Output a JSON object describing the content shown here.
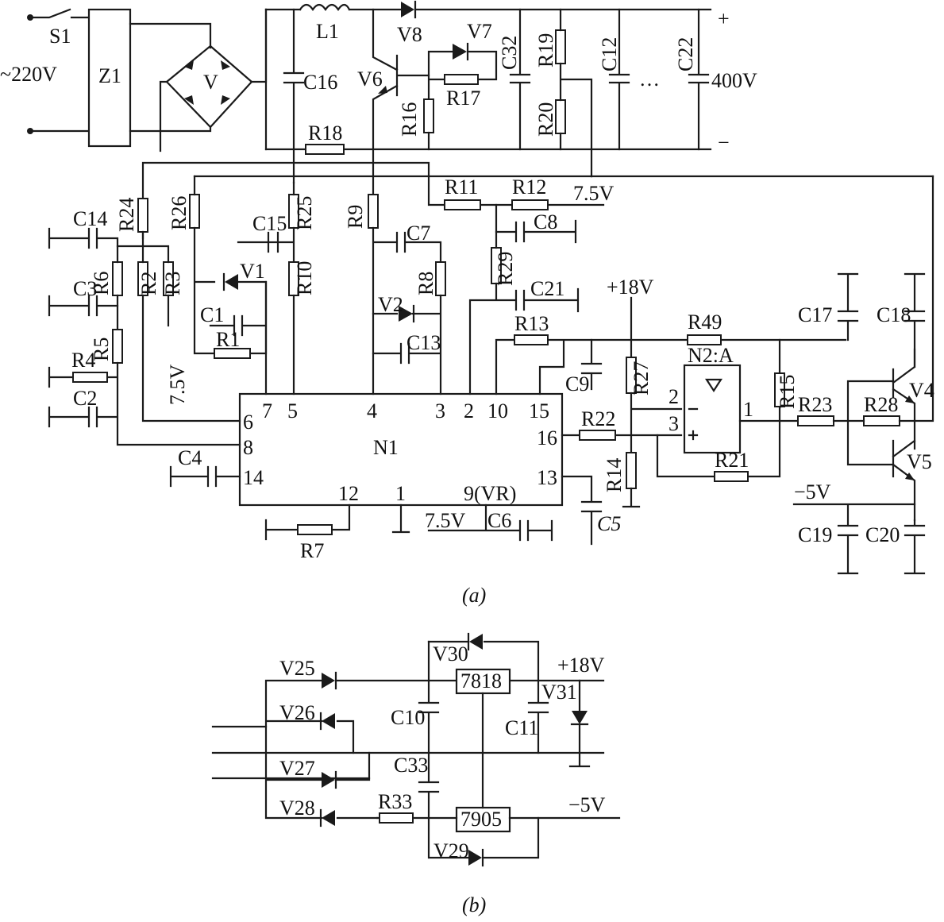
{
  "diagram_a": {
    "caption": "(a)",
    "power": {
      "switch": "S1",
      "mains": "~220V",
      "filter": "Z1",
      "bridge": "V",
      "inductor": "L1",
      "diode_v8": "V8",
      "diode_v7": "V7",
      "transistor_v6": "V6",
      "cap_c16": "C16",
      "res_r17": "R17",
      "res_r16": "R16",
      "cap_c32": "C32",
      "res_r19": "R19",
      "res_r20": "R20",
      "cap_c12": "C12",
      "dots": "…",
      "cap_c22": "C22",
      "out_voltage": "400V",
      "plus": "+",
      "minus": "−",
      "res_r18": "R18"
    },
    "control": {
      "chip": "N1",
      "res_r11": "R11",
      "res_r12": "R12",
      "ref_75_top": "7.5V",
      "cap_c8": "C8",
      "res_r29": "R29",
      "cap_c21": "C21",
      "res_r24": "R24",
      "res_r26": "R26",
      "res_r25": "R25",
      "cap_c15": "C15",
      "res_r9": "R9",
      "cap_c7": "C7",
      "res_r8": "R8",
      "diode_v2": "V2",
      "cap_c13": "C13",
      "res_r10": "R10",
      "diode_v1": "V1",
      "cap_c1": "C1",
      "res_r1": "R1",
      "cap_c14": "C14",
      "res_r6": "R6",
      "res_r2": "R2",
      "res_r3": "R3",
      "cap_c3": "C3",
      "res_r5": "R5",
      "res_r4": "R4",
      "cap_c2": "C2",
      "ref_75_left": "7.5V",
      "cap_c4": "C4",
      "res_r7": "R7",
      "ref_75_bottom": "7.5V",
      "cap_c6": "C6",
      "cap_c5": "C5",
      "res_r13": "R13",
      "cap_c9": "C9",
      "res_r22": "R22",
      "pins": {
        "p7": "7",
        "p5": "5",
        "p4": "4",
        "p3": "3",
        "p2": "2",
        "p10": "10",
        "p15": "15",
        "p6": "6",
        "p8": "8",
        "p14": "14",
        "p16": "16",
        "p12": "12",
        "p1": "1",
        "p9": "9(VR)",
        "p13": "13"
      }
    },
    "driver": {
      "supply_18": "+18V",
      "res_r27": "R27",
      "res_r14": "R14",
      "res_r49": "R49",
      "opamp": "N2:A",
      "pin2": "2",
      "pin3": "3",
      "pin1": "1",
      "res_r15": "R15",
      "res_r21": "R21",
      "res_r23": "R23",
      "res_r28": "R28",
      "cap_c17": "C17",
      "cap_c18": "C18",
      "trans_v4": "V4",
      "trans_v5": "V5",
      "supply_5": "−5V",
      "cap_c19": "C19",
      "cap_c20": "C20"
    }
  },
  "diagram_b": {
    "caption": "(b)",
    "diode_v25": "V25",
    "diode_v26": "V26",
    "diode_v27": "V27",
    "diode_v28": "V28",
    "diode_v30": "V30",
    "diode_v29": "V29",
    "diode_v31": "V31",
    "reg_7818": "7818",
    "reg_7905": "7905",
    "cap_c10": "C10",
    "cap_c11": "C11",
    "cap_c33": "C33",
    "res_r33": "R33",
    "out_18": "+18V",
    "out_5": "−5V"
  }
}
